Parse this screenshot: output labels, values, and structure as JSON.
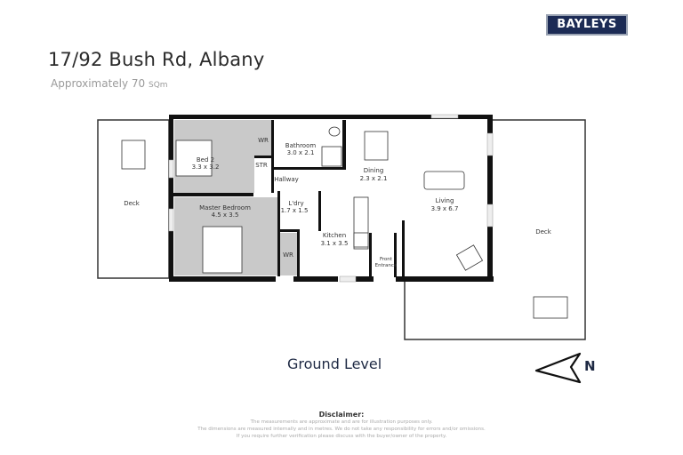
{
  "header": {
    "title": "17/92 Bush Rd, Albany",
    "area_prefix": "Approximately 70",
    "area_unit": "SQm",
    "logo": "BAYLEYS"
  },
  "colors": {
    "logo_bg": "#1c2b55",
    "wall": "#111111",
    "bedroom_fill": "#c9c9c9",
    "level_text": "#1f2a44"
  },
  "rooms": {
    "bed2": {
      "name": "Bed 2",
      "dims": "3.3 x 3.2"
    },
    "wr1": {
      "name": "WR"
    },
    "str": {
      "name": "STR"
    },
    "bathroom": {
      "name": "Bathroom",
      "dims": "3.0 x 2.1"
    },
    "hallway": {
      "name": "Hallway"
    },
    "master": {
      "name": "Master Bedroom",
      "dims": "4.5 x 3.5"
    },
    "laundry": {
      "name": "L'dry",
      "dims": "1.7 x 1.5"
    },
    "wr2": {
      "name": "WR"
    },
    "kitchen": {
      "name": "Kitchen",
      "dims": "3.1 x 3.5"
    },
    "dining": {
      "name": "Dining",
      "dims": "2.3 x 2.1"
    },
    "living": {
      "name": "Living",
      "dims": "3.9 x 6.7"
    },
    "front1": {
      "name": "Front"
    },
    "front2": {
      "name": "Entrance"
    },
    "deck_left": {
      "name": "Deck"
    },
    "deck_right": {
      "name": "Deck"
    }
  },
  "footer": {
    "level": "Ground Level",
    "north": "N",
    "disclaimer_title": "Disclaimer:",
    "disclaimer_lines": [
      "The measurements are approximate and are for illustration purposes only.",
      "The dimensions are measured internally and in metres. We do not take any responsibility for errors and/or omissions.",
      "If you require further verification please discuss with the buyer/owner of the property."
    ]
  }
}
